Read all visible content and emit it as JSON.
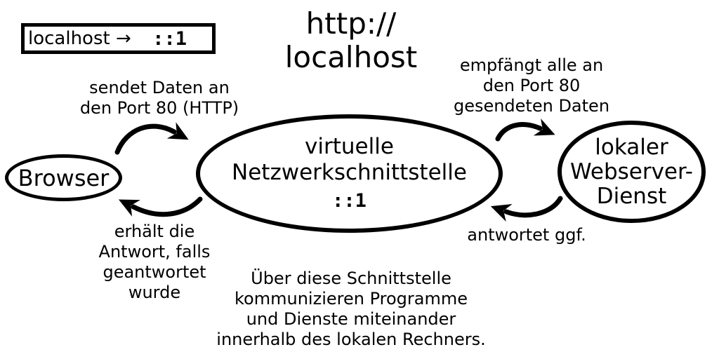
{
  "legend_box": {
    "host": "localhost →",
    "address": "::1"
  },
  "title": "http://\nlocalhost",
  "nodes": {
    "browser": "Browser",
    "interface_name": "virtuelle\nNetzwerkschnittstelle",
    "interface_address": "::1",
    "webserver": "lokaler\nWebserver-\nDienst"
  },
  "arrow_labels": {
    "send": "sendet Daten an\nden Port 80 (HTTP)",
    "receive": "empfängt alle an\nden Port 80\ngesendeten Daten",
    "reply_to_browser": "erhält die\nAntwort, falls\ngeantwortet\nwurde",
    "reply_from_webserver": "antwortet ggf."
  },
  "caption": "Über diese Schnittstelle\nkommunizieren Programme\nund Dienste miteinander\ninnerhalb des lokalen Rechners.",
  "colors": {
    "ink": "#000000",
    "background": "#ffffff"
  }
}
